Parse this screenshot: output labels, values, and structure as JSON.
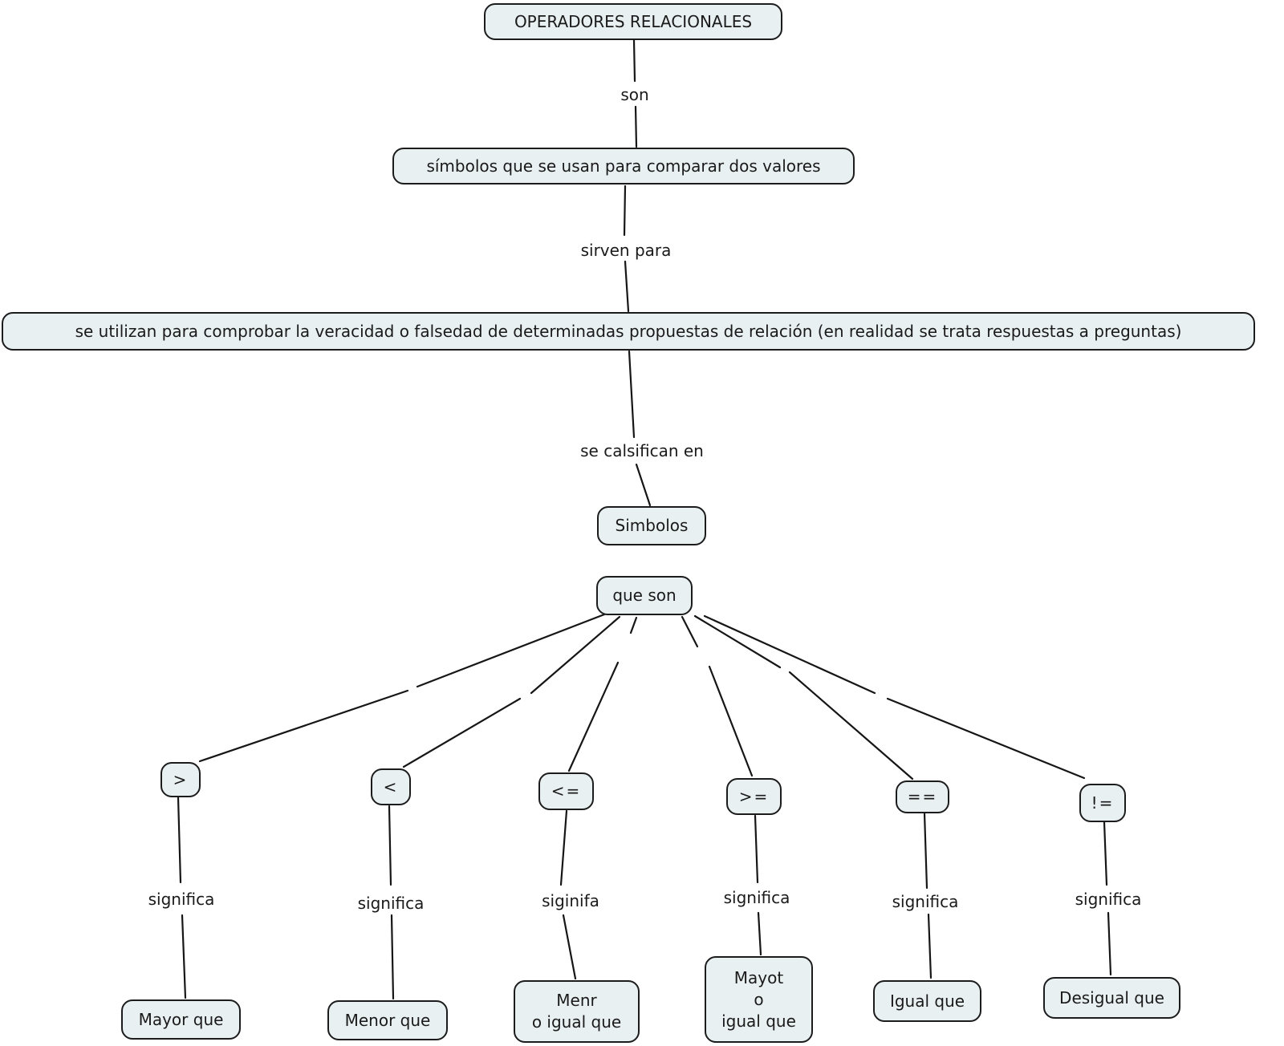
{
  "colors": {
    "background": "#ffffff",
    "node_fill": "#e9f0f2",
    "node_border": "#1c1c1c",
    "line": "#161616",
    "text": "#1a1a1a"
  },
  "nodes": {
    "root": {
      "label": "OPERADORES RELACIONALES"
    },
    "definition": {
      "label": "símbolos que se usan para comparar dos valores"
    },
    "usage": {
      "label": "se utilizan para comprobar la veracidad o falsedad de determinadas propuestas de relación (en realidad se trata respuestas a preguntas)"
    },
    "simbolos": {
      "label": "Simbolos"
    },
    "que_son": {
      "label": "que son"
    }
  },
  "links": {
    "son": "son",
    "sirven_para": "sirven para",
    "se_clasifican": "se calsifican en"
  },
  "operators": [
    {
      "symbol": ">",
      "link": "significa",
      "meaning": "Mayor que"
    },
    {
      "symbol": "<",
      "link": "significa",
      "meaning": "Menor que"
    },
    {
      "symbol": "<=",
      "link": "siginifa",
      "meaning": "Menr\no igual que"
    },
    {
      "symbol": ">=",
      "link": "significa",
      "meaning": "Mayot\no\nigual que"
    },
    {
      "symbol": "==",
      "link": "significa",
      "meaning": "Igual que"
    },
    {
      "symbol": "!=",
      "link": "significa",
      "meaning": "Desigual que"
    }
  ]
}
